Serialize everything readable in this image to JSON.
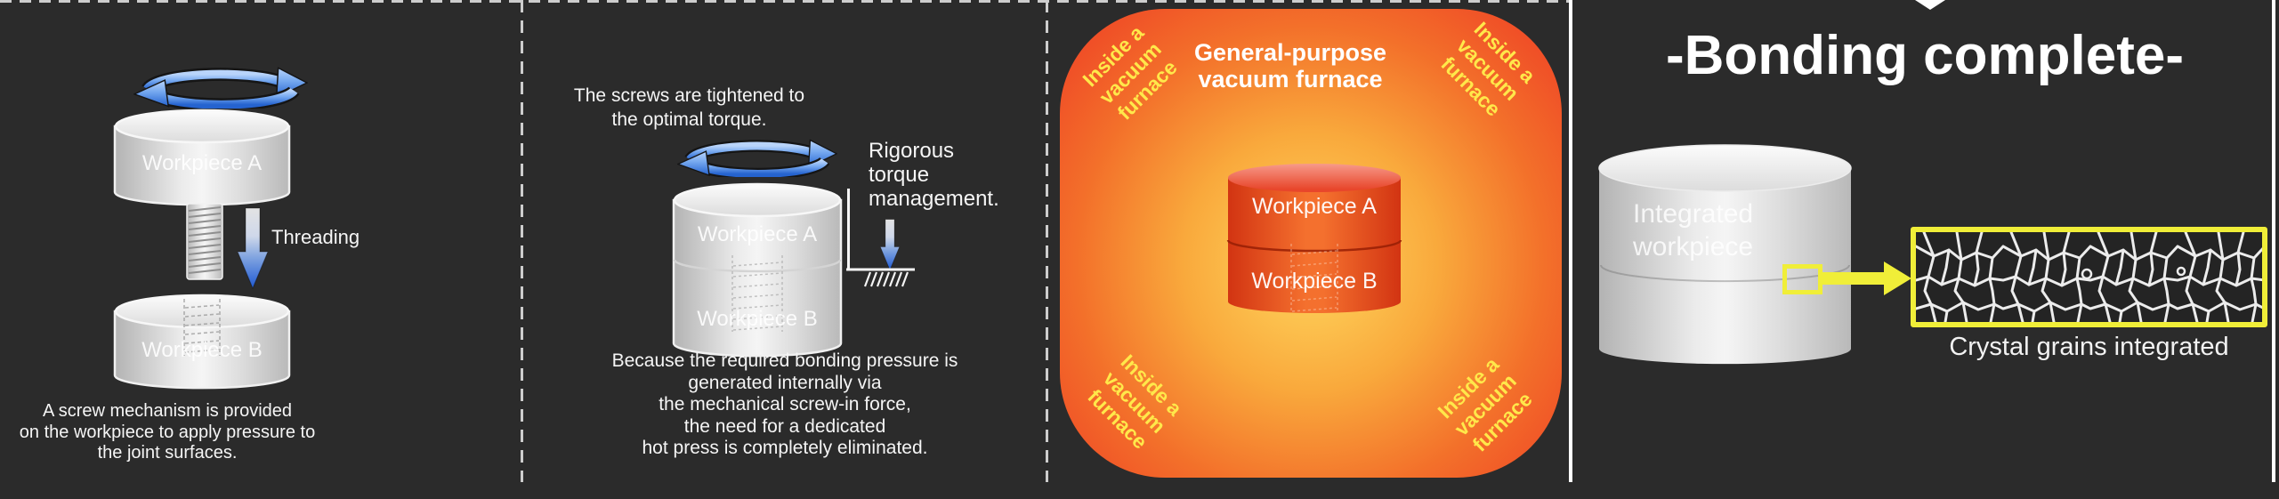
{
  "colors": {
    "background": "#2b2b2b",
    "divider_dashed": "#cdcdcd",
    "divider_solid": "#ffffff",
    "arrow_blue": "#2c63d4",
    "furnace_center_yellow": "#ffd85f",
    "furnace_edge_red": "#ee3c25",
    "furnace_corner_text": "#ffe84a",
    "highlight_yellow": "#f0ee38"
  },
  "step1": {
    "workpiece_a": "Workpiece A",
    "workpiece_b": "Workpiece B",
    "threading": "Threading",
    "caption": [
      "A screw mechanism is provided",
      "on the workpiece to apply pressure to",
      "the joint surfaces."
    ]
  },
  "step2": {
    "heading": [
      "The screws are tightened to",
      "the optimal torque."
    ],
    "workpiece_a": "Workpiece A",
    "workpiece_b": "Workpiece B",
    "torque_note": [
      "Rigorous",
      "torque",
      "management."
    ],
    "caption": [
      "Because the required bonding pressure is",
      "generated internally via",
      "the mechanical screw-in force,",
      "the need for a dedicated",
      "hot press is completely eliminated."
    ]
  },
  "step3": {
    "title": [
      "General-purpose",
      "vacuum furnace"
    ],
    "corner_label": [
      "Inside a",
      "vacuum",
      "furnace"
    ],
    "workpiece_a": "Workpiece A",
    "workpiece_b": "Workpiece B"
  },
  "step4": {
    "title": "-Bonding complete-",
    "workpiece_label": [
      "Integrated",
      "workpiece"
    ],
    "caption": "Crystal grains integrated"
  }
}
